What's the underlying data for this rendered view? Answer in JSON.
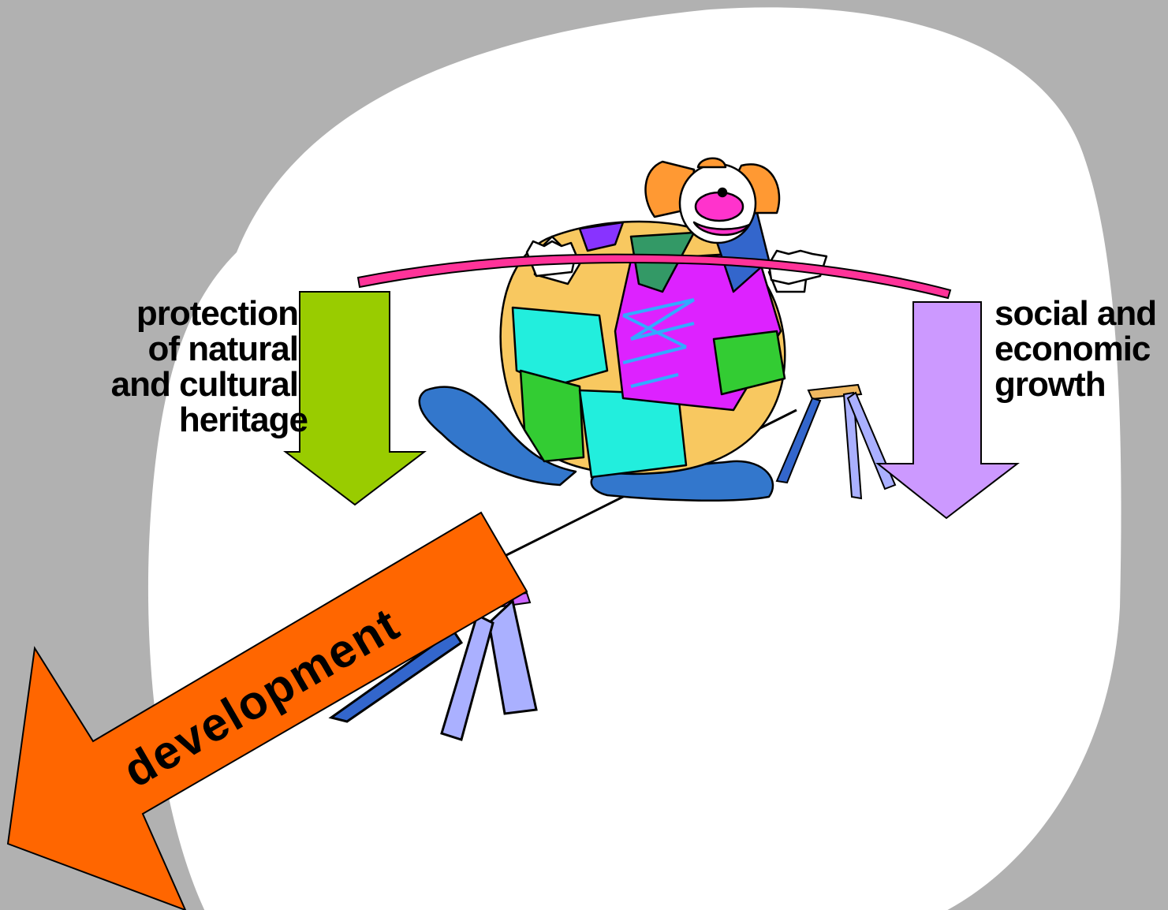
{
  "left_label": {
    "lines": [
      "protection",
      "of natural",
      "and cultural",
      "heritage"
    ]
  },
  "right_label": {
    "lines": [
      "social and",
      "economic",
      "growth"
    ]
  },
  "center_label": "development",
  "colors": {
    "background": "#b1b1b1",
    "blob": "#ffffff",
    "left_arrow": "#99cc00",
    "right_arrow": "#cc99ff",
    "development_arrow": "#ff6600",
    "balance_pole": "#ff3399"
  },
  "illustration": "clown-balancing-on-tightrope"
}
